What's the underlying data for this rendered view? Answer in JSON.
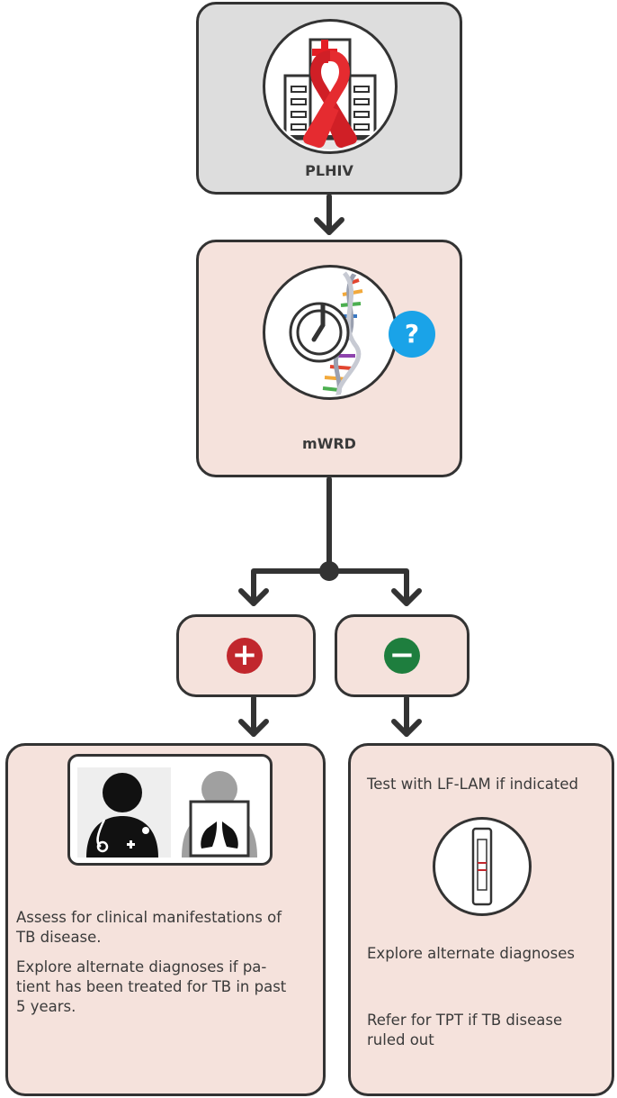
{
  "nodes": {
    "plhiv": {
      "label": "PLHIV",
      "icon": "hospital-red-ribbon-icon"
    },
    "mwrd": {
      "label": "mWRD",
      "icon": "molecular-test-dna-icon",
      "badge": "?"
    },
    "positive": {
      "symbol": "+",
      "icon": "plus-circle-icon",
      "color": "#c1272d"
    },
    "negative": {
      "symbol": "−",
      "icon": "minus-circle-icon",
      "color": "#1e7e3e"
    }
  },
  "positive_result": {
    "icons": [
      "doctor-icon",
      "chest-xray-icon"
    ],
    "text_1_line_1": "Assess for clinical manifestations of",
    "text_1_line_2": "TB disease.",
    "text_2_line_1": "Explore alternate diagnoses if pa-",
    "text_2_line_2": "tient has been treated for TB in past",
    "text_2_line_3": "5 years."
  },
  "negative_result": {
    "icon": "lf-lam-strip-icon",
    "text_1": "Test with LF-LAM if indicated",
    "text_2": "Explore alternate diagnoses",
    "text_3_line_1": "Refer for TPT if TB disease",
    "text_3_line_2": "ruled out"
  },
  "colors": {
    "node_fill": "#f5e2dc",
    "start_fill": "#dddddd",
    "stroke": "#333333",
    "badge": "#1aa3e8"
  }
}
